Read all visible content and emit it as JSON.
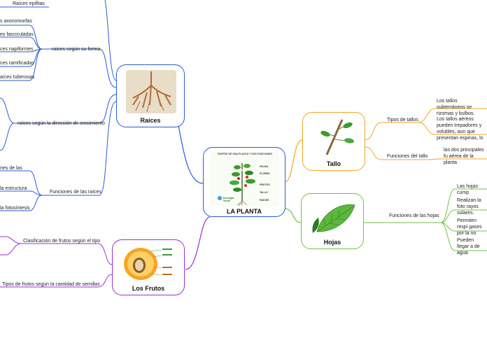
{
  "central": {
    "title": "LA PLANTA",
    "image_caption": "PARTES DE UNA PLANTA Y SUS FUNCIONES",
    "image_labels": [
      "HOJAS",
      "FLORES",
      "FRUTOS",
      "TALLO",
      "RAÍCES"
    ],
    "image_logo": "Ecología Verde"
  },
  "raices": {
    "title": "Raíces",
    "items": {
      "epifitas": "Raíces epifitas",
      "axonomorfas": "s axonomorfas",
      "fasciculadas": "es fasciculadas",
      "napiformes": "ces napiformes",
      "ramificadas": "ces ramificadas",
      "tuberosas": "aíces tuberosas",
      "forma": "raíces según su forma",
      "direccion": "raíces según la dirección de crecimiento",
      "fn_part1": "nes de las",
      "fn_part2": "la estructura",
      "fn_part3": "la fotosíntesis",
      "funciones": "Funciones de las raíces"
    }
  },
  "frutos": {
    "title": "Los Frutos",
    "items": {
      "clasificacion": "Clasificación de frutos según el tipo",
      "tipos": "Tipos de frutos según la cantidad de semillas"
    }
  },
  "tallo": {
    "title": "Tallo",
    "items": {
      "tipos": "Tipos de tallos",
      "tipos_d1": "Los tallos subterráneos se rizomas y bulbos.",
      "tipos_d2": "Los tallos aéreos pueden trepadores y volubles, aun que presentan espinas, lo",
      "funciones": "Funciones del tallo",
      "funciones_d1": "las dos principales fu aérea de la planta"
    }
  },
  "hojas": {
    "title": "Hojas",
    "items": {
      "funciones": "Funciones de las hojas",
      "d1": "Las hojas cump",
      "d2": "Realizan la foto rayos solares.",
      "d3": "Permiten respi gases por la no",
      "d4": "Pueden llegar a de agua."
    }
  },
  "colors": {
    "center_border": "#2a5bd7",
    "raices": "#2a5bd7",
    "frutos": "#9b30d9",
    "tallo": "#f5a524",
    "hojas": "#6cc24a"
  }
}
